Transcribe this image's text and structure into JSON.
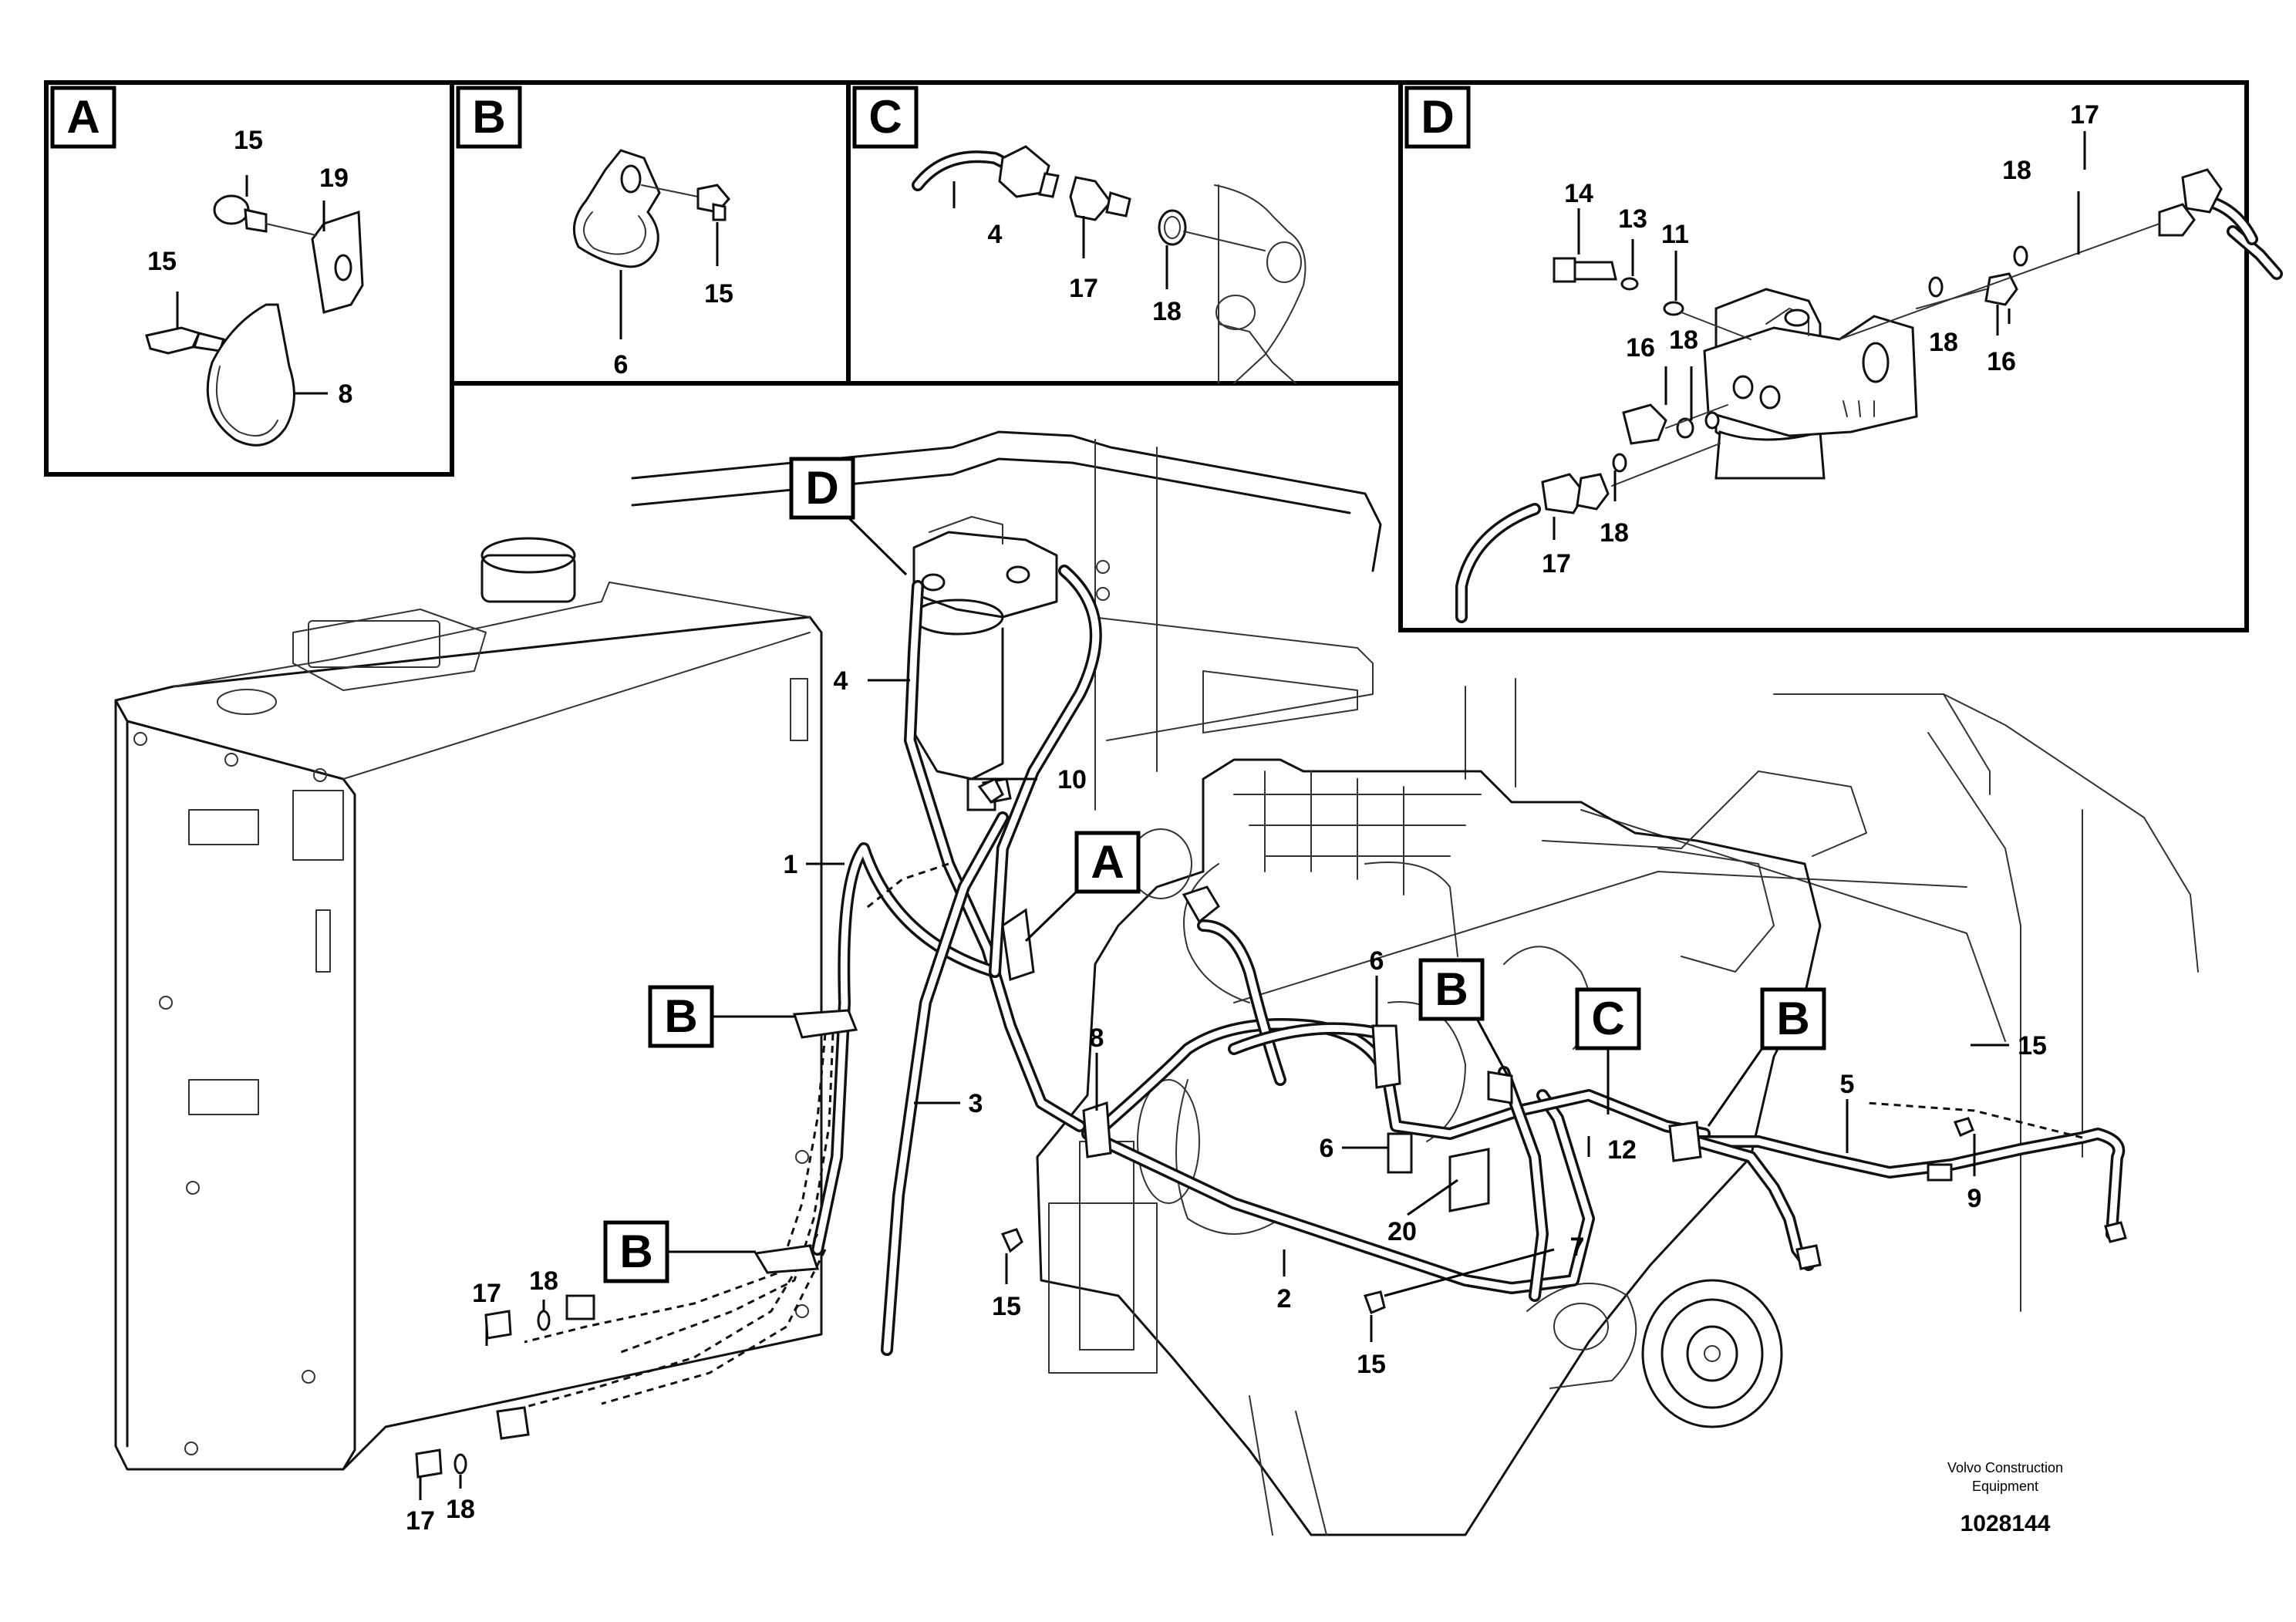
{
  "detail_views": [
    {
      "tag": "A",
      "callouts": [
        "15",
        "19",
        "15",
        "8"
      ]
    },
    {
      "tag": "B",
      "callouts": [
        "15",
        "6"
      ]
    },
    {
      "tag": "C",
      "callouts": [
        "4",
        "17",
        "18"
      ]
    },
    {
      "tag": "D",
      "callouts": [
        "17",
        "18",
        "14",
        "13",
        "11",
        "16",
        "18",
        "18",
        "16",
        "17",
        "18"
      ]
    }
  ],
  "main_view": {
    "tags": [
      "D",
      "A",
      "B",
      "B",
      "B",
      "C",
      "B"
    ],
    "callouts": [
      "4",
      "10",
      "1",
      "3",
      "8",
      "6",
      "6",
      "15",
      "5",
      "12",
      "9",
      "20",
      "7",
      "2",
      "15",
      "15",
      "17",
      "18",
      "17",
      "18"
    ]
  },
  "credit": {
    "line1": "Volvo Construction",
    "line2": "Equipment",
    "ref": "1028144"
  }
}
